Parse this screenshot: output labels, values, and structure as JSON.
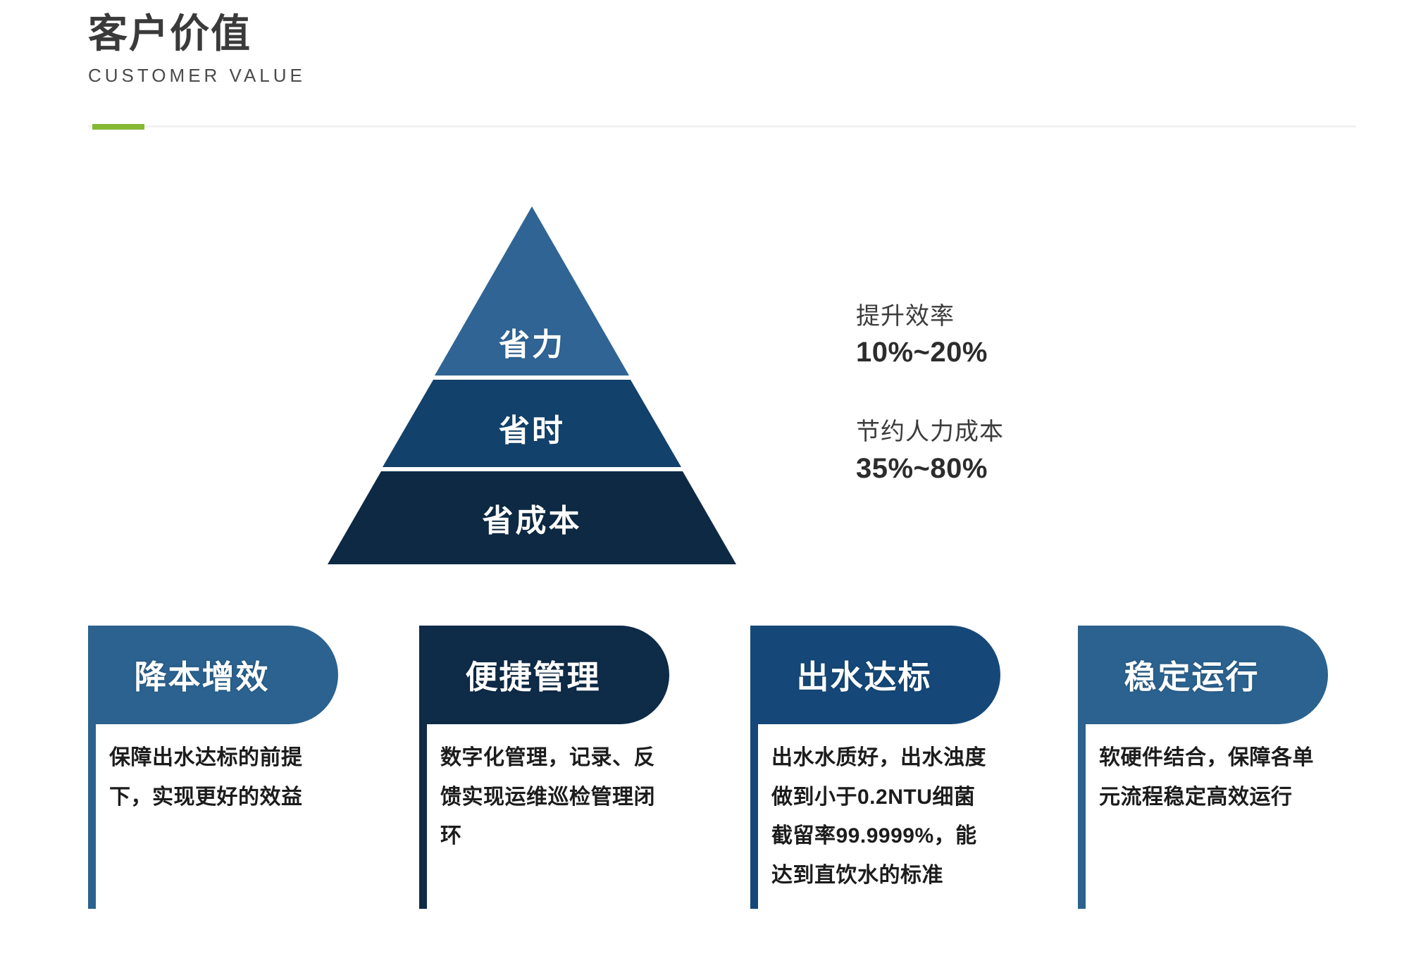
{
  "header": {
    "title": "客户价值",
    "subtitle": "CUSTOMER VALUE",
    "accent_color": "#85b933",
    "rule_color": "#f1f1f1"
  },
  "pyramid": {
    "tiers": [
      {
        "label": "省力",
        "color": "#2f6494"
      },
      {
        "label": "省时",
        "color": "#12416b"
      },
      {
        "label": "省成本",
        "color": "#0d2944"
      }
    ]
  },
  "stats": [
    {
      "label": "提升效率",
      "value": "10%~20%"
    },
    {
      "label": "节约人力成本",
      "value": "35%~80%"
    }
  ],
  "cards": [
    {
      "title": "降本增效",
      "color": "#2b628f",
      "body": "保障出水达标的前提下，实现更好的效益"
    },
    {
      "title": "便捷管理",
      "color": "#0e2b48",
      "body": "数字化管理，记录、反馈实现运维巡检管理闭环"
    },
    {
      "title": "出水达标",
      "color": "#154878",
      "body": "出水水质好，出水浊度做到小于0.2NTU细菌截留率99.9999%，能达到直饮水的标准"
    },
    {
      "title": "稳定运行",
      "color": "#2b628f",
      "body": "软硬件结合，保障各单元流程稳定高效运行"
    }
  ]
}
